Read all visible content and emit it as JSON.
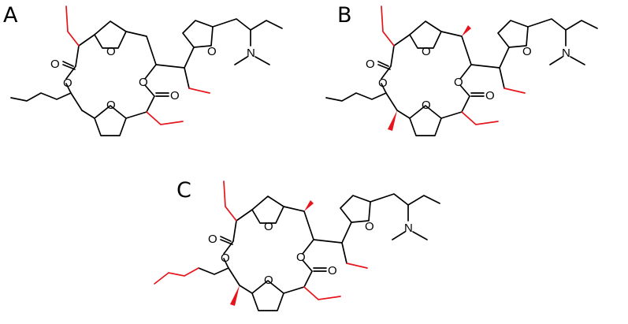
{
  "figure": {
    "panels": [
      {
        "id": "A",
        "label": "A",
        "atoms": {
          "ring_oxygens": [
            "O",
            "O",
            "O",
            "O"
          ],
          "carbonyl_oxygens": [
            "O",
            "O"
          ],
          "amine": "N",
          "tail_oxygen": "O"
        }
      },
      {
        "id": "B",
        "label": "B",
        "atoms": {
          "ring_oxygens": [
            "O",
            "O",
            "O",
            "O"
          ],
          "carbonyl_oxygens": [
            "O",
            "O"
          ],
          "amine": "N",
          "tail_oxygen": "O"
        }
      },
      {
        "id": "C",
        "label": "C",
        "atoms": {
          "ring_oxygens": [
            "O",
            "O",
            "O",
            "O"
          ],
          "carbonyl_oxygens": [
            "O",
            "O"
          ],
          "amine": "N",
          "tail_oxygen": "O"
        }
      }
    ],
    "colors": {
      "bond": "#000000",
      "highlight": "#e8141b",
      "background": "#ffffff"
    }
  }
}
